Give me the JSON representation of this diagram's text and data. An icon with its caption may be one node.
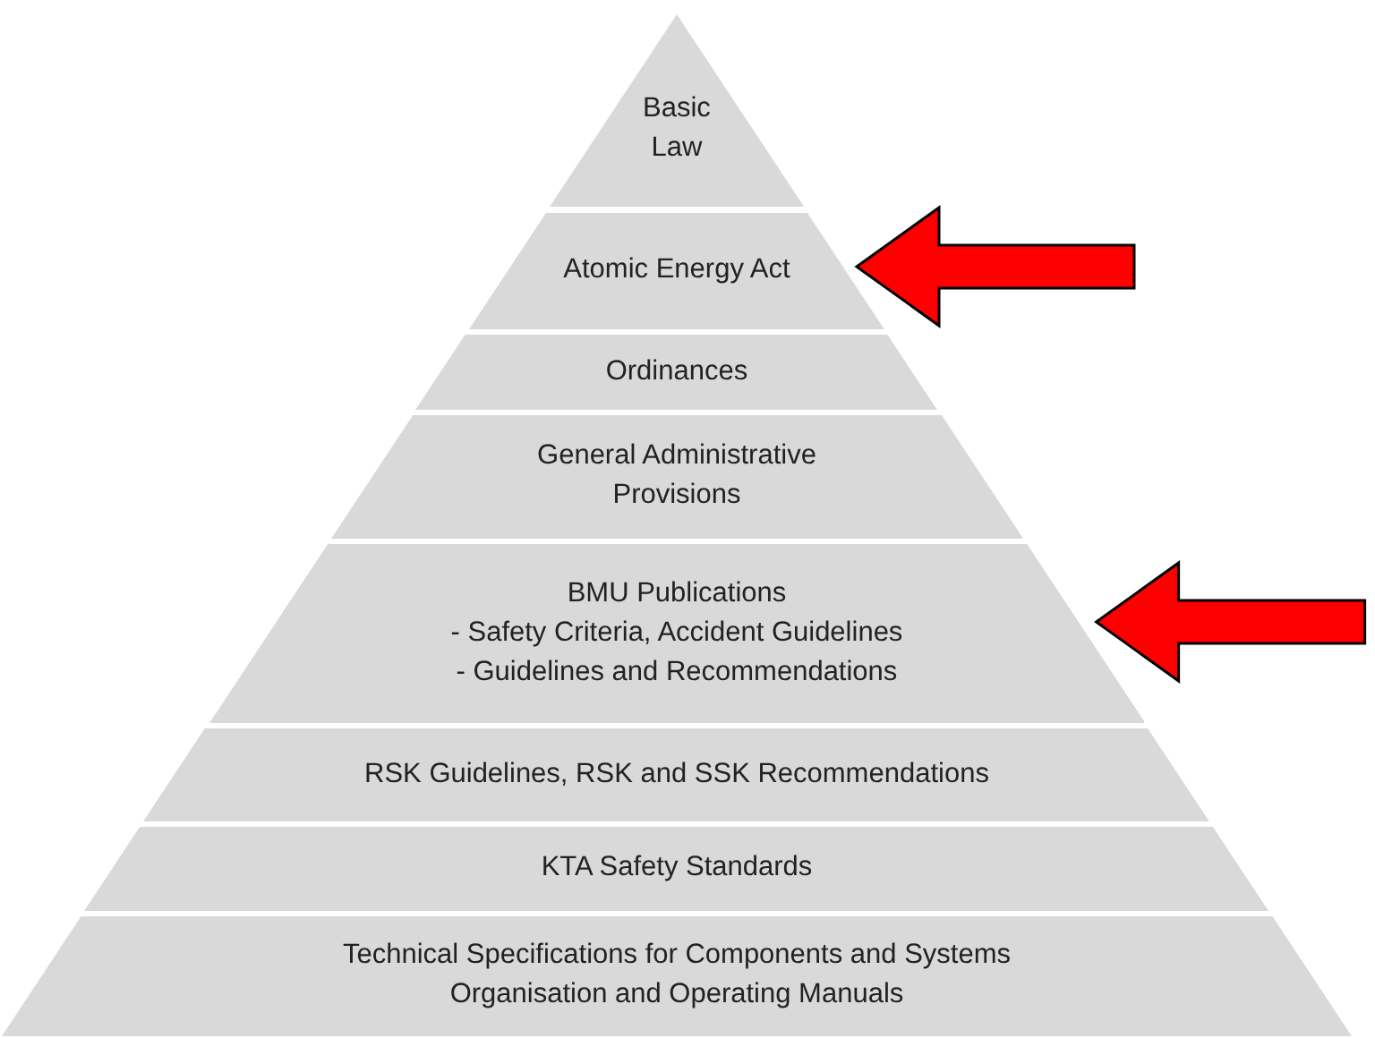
{
  "diagram": {
    "nodes": [
      {
        "text": [
          "Basic Law"
        ]
      },
      {
        "text": [
          "Atomic Energy Act"
        ]
      },
      {
        "text": [
          "Ordinances"
        ]
      },
      {
        "text": [
          "General Administrative Provisions"
        ]
      },
      {
        "text": [
          "BMU Publications",
          "- Safety Criteria, Accident Guidelines",
          "- Guidelines and Recommendations"
        ]
      },
      {
        "text": [
          "RSK Guidelines, RSK and SSK Recommendations"
        ]
      },
      {
        "text": [
          "KTA Safety Standards"
        ]
      },
      {
        "text": [
          "Technical Specifications for Components and Systems",
          "Organisation and Operating Manuals"
        ]
      }
    ],
    "edges": [
      {
        "from": null,
        "to": 1,
        "arrow": "to",
        "color": "#ff0000"
      },
      {
        "from": null,
        "to": 4,
        "arrow": "to",
        "color": "#ff0000"
      }
    ]
  }
}
